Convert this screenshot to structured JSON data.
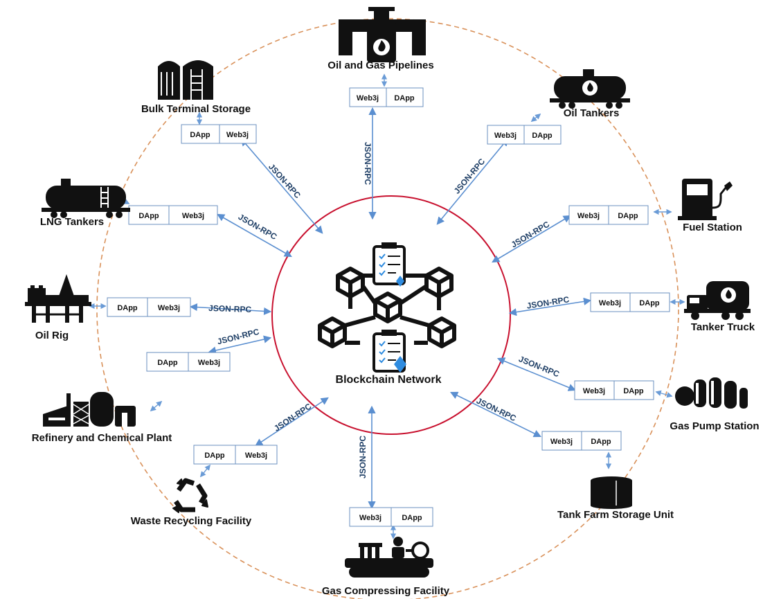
{
  "center": {
    "label": "Blockchain Network"
  },
  "protocol_label": "JSON-RPC",
  "box_labels": {
    "dapp": "DApp",
    "web3j": "Web3j"
  },
  "nodes": [
    {
      "id": "pipelines",
      "label": "Oil and Gas Pipelines",
      "icon": "pipeline-icon"
    },
    {
      "id": "oil-tankers",
      "label": "Oil Tankers",
      "icon": "rail-tanker-icon"
    },
    {
      "id": "fuel-station",
      "label": "Fuel Station",
      "icon": "fuel-pump-icon"
    },
    {
      "id": "tanker-truck",
      "label": "Tanker Truck",
      "icon": "tanker-truck-icon"
    },
    {
      "id": "gas-pump",
      "label": "Gas Pump Station",
      "icon": "gas-tanks-icon"
    },
    {
      "id": "tank-farm",
      "label": "Tank Farm Storage Unit",
      "icon": "storage-tank-icon"
    },
    {
      "id": "gas-compress",
      "label": "Gas Compressing Facility",
      "icon": "compressor-icon"
    },
    {
      "id": "waste",
      "label": "Waste Recycling Facility",
      "icon": "recycle-icon"
    },
    {
      "id": "refinery",
      "label": "Refinery and Chemical Plant",
      "icon": "refinery-icon"
    },
    {
      "id": "oil-rig",
      "label": "Oil Rig",
      "icon": "oil-rig-icon"
    },
    {
      "id": "lng",
      "label": "LNG Tankers",
      "icon": "lng-tanker-icon"
    },
    {
      "id": "bulk",
      "label": "Bulk Terminal Storage",
      "icon": "silo-icon"
    }
  ],
  "colors": {
    "ring": "#d9915a",
    "center_circle": "#c8102e",
    "arrow": "#5b8fd0",
    "box_border": "#6a8fbf",
    "icon": "#111111",
    "diamond": "#2f8ce0"
  }
}
